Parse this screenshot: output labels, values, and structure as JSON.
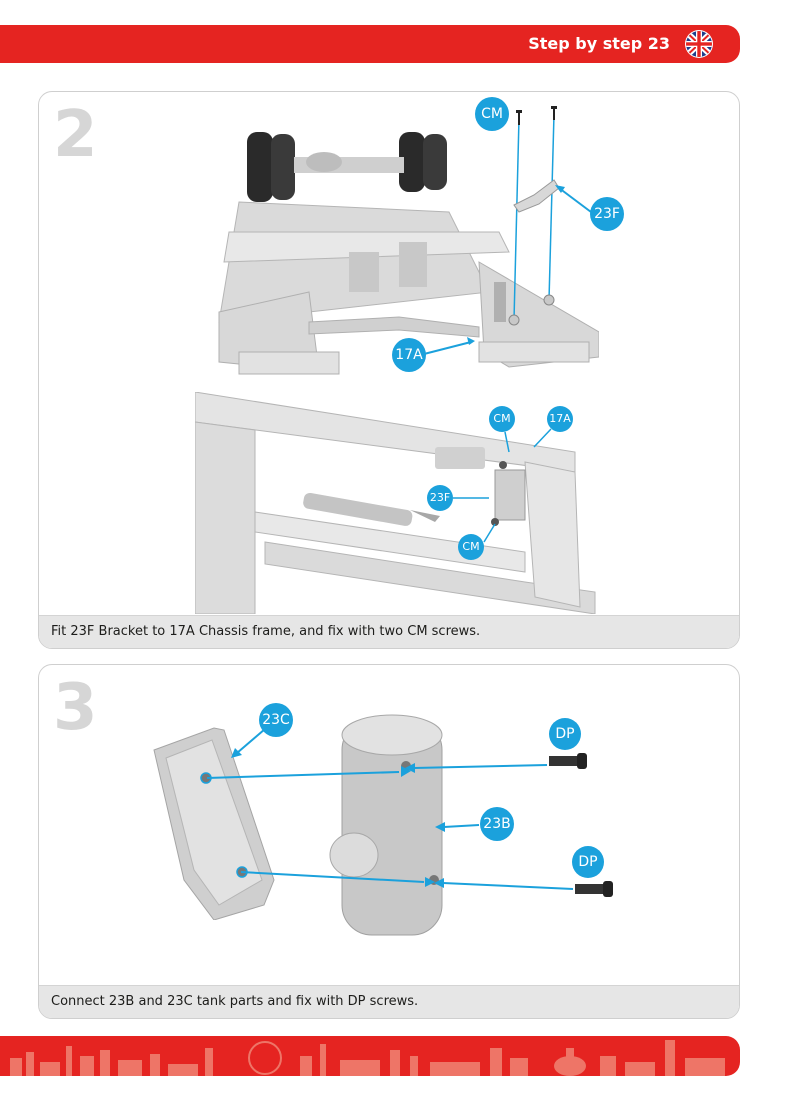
{
  "header": {
    "title": "Step by step 23"
  },
  "steps": [
    {
      "number": "2",
      "callouts": {
        "cm_top": "CM",
        "f23_top": "23F",
        "a17_top": "17A",
        "cm_a": "CM",
        "a17_b": "17A",
        "f23_b": "23F",
        "cm_b": "CM"
      },
      "caption": "Fit 23F Bracket to 17A Chassis frame, and fix with two CM screws."
    },
    {
      "number": "3",
      "callouts": {
        "c23": "23C",
        "dp1": "DP",
        "b23": "23B",
        "dp2": "DP"
      },
      "caption": "Connect 23B and 23C tank parts and fix with DP screws."
    }
  ],
  "colors": {
    "brand_red": "#e52421",
    "callout_blue": "#1ba1dc",
    "panel_grey": "#e6e6e6"
  }
}
